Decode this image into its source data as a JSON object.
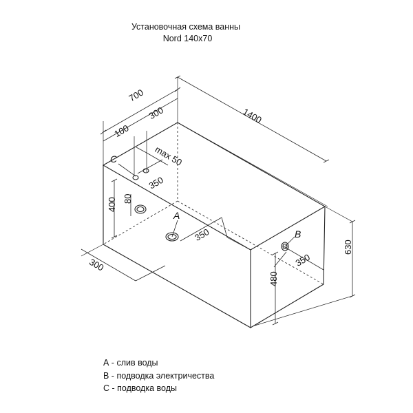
{
  "title": {
    "line1": "Установочная схема ванны",
    "line2": "Nord 140x70"
  },
  "dimensions": {
    "width_700": "700",
    "length_1400": "1400",
    "d300_top": "300",
    "d100": "100",
    "max50": "max 50",
    "d350_left": "350",
    "d400": "400",
    "d80": "80",
    "d350_mid": "350",
    "d300_bottom": "300",
    "d350_right": "350",
    "d480": "480",
    "d630": "630"
  },
  "labels": {
    "a": "A",
    "b": "B",
    "c": "C"
  },
  "legend": {
    "a": "А - слив воды",
    "b": "В - подводка электричества",
    "c": "С - подводка воды"
  }
}
